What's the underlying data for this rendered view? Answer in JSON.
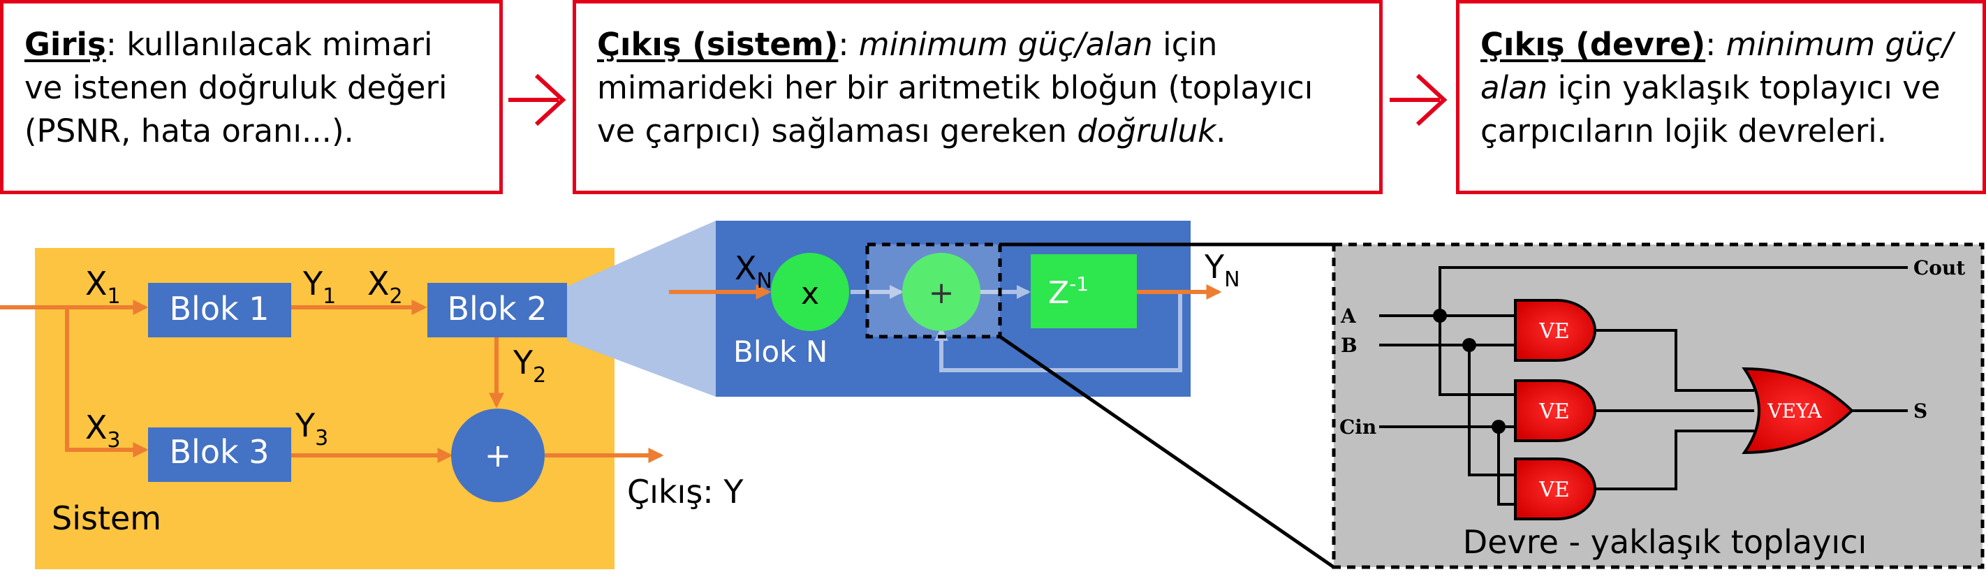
{
  "boxes": {
    "input": {
      "heading": "Giriş",
      "text": ": kullanılacak mimari",
      "line2": "ve  istenen doğruluk değeri",
      "line3": "(PSNR, hata oranı...)."
    },
    "system_output": {
      "heading": "Çıkış (sistem)",
      "sep": ": ",
      "italic1": "minimum güç/alan",
      "text1": " için",
      "line2": "mimarideki her bir aritmetik bloğun (toplayıcı",
      "line3_pre": "ve çarpıcı) sağlaması gereken ",
      "line3_italic": "doğruluk",
      "line3_post": "."
    },
    "circuit_output": {
      "heading": "Çıkış (devre)",
      "sep": ": ",
      "italic1": "minimum güç/",
      "line2_italic": "alan",
      "line2_text": " için yaklaşık toplayıcı ve",
      "line3": "çarpıcıların lojik devreleri."
    }
  },
  "system": {
    "title": "Sistem",
    "blocks": [
      "Blok 1",
      "Blok 2",
      "Blok 3"
    ],
    "adder": "+",
    "labels": {
      "x": "X",
      "x1": "1",
      "x2": "2",
      "x3": "3",
      "y": "Y",
      "y1": "1",
      "y2": "2",
      "y3": "3"
    },
    "output": "Çıkış: Y"
  },
  "block_n": {
    "title": "Blok N",
    "input": "X",
    "input_sub": "N",
    "output": "Y",
    "output_sub": "N",
    "multiplier": "x",
    "adder": "+",
    "delay": "Z",
    "delay_sup": "-1"
  },
  "circuit": {
    "caption": "Devre - yaklaşık toplayıcı",
    "inputs": [
      "A",
      "B",
      "Cin"
    ],
    "outputs": [
      "Cout",
      "S"
    ],
    "and_gates": [
      "VE",
      "VE",
      "VE"
    ],
    "or_gate": "VEYA"
  },
  "colors": {
    "box_border": "#e3001b",
    "system_bg": "#fcc440",
    "block_blue": "#4472c4",
    "arrow_orange": "#ed7d31",
    "gate_red": "#e3001b",
    "green": "#2ee64d",
    "circuit_bg": "#c0c0c0"
  }
}
